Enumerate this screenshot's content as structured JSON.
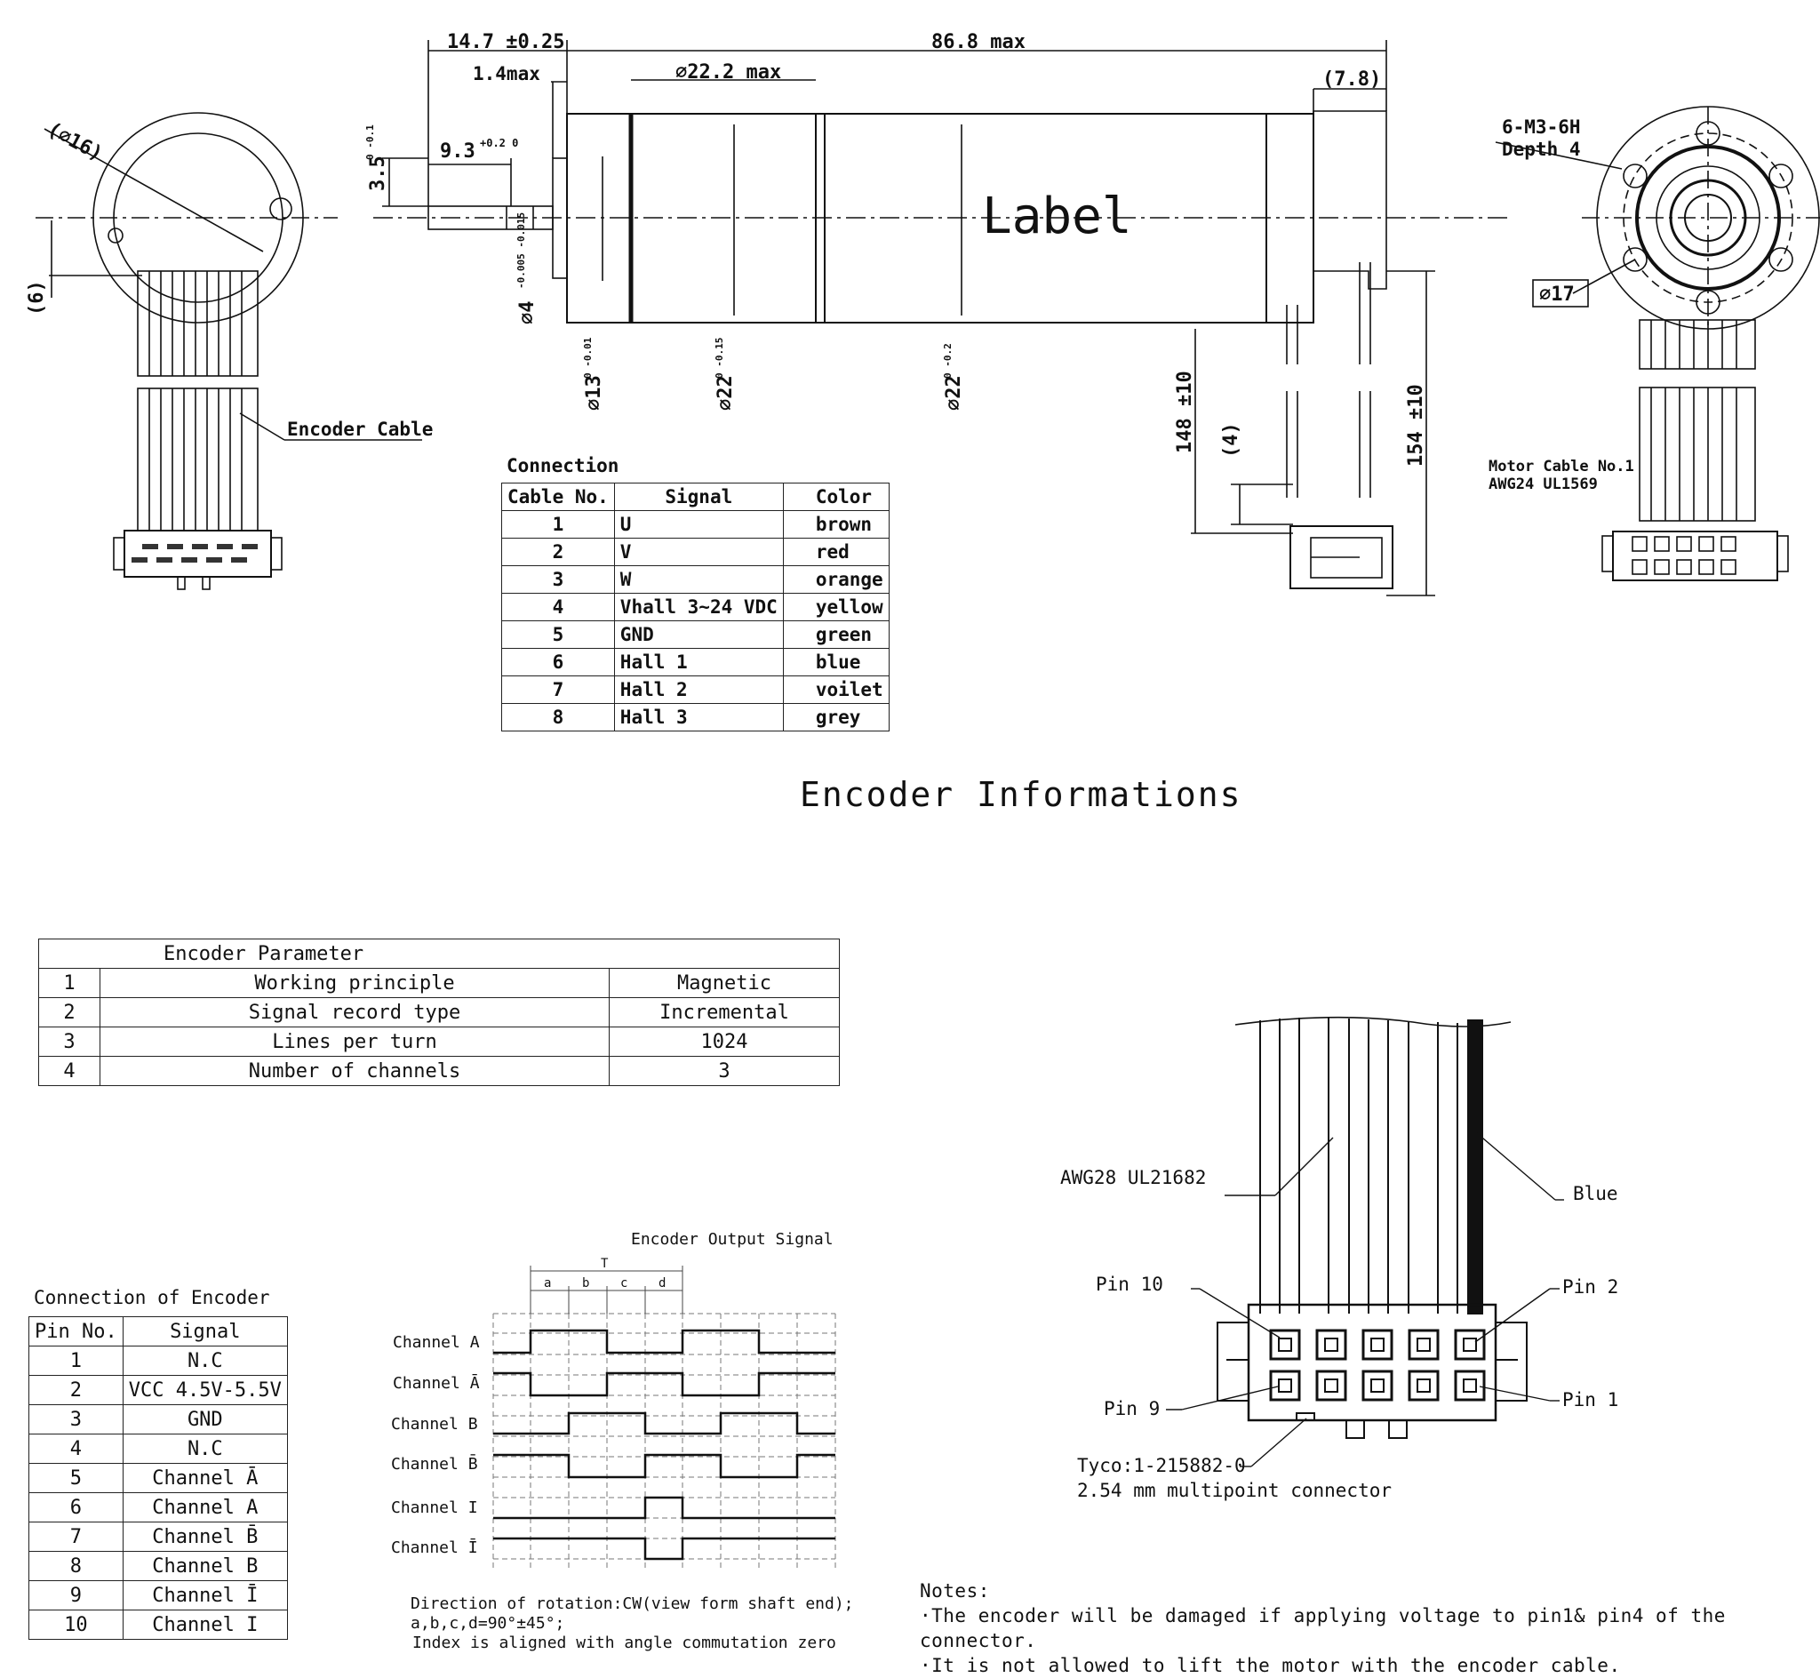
{
  "drawing": {
    "label_text": "Label",
    "dims": {
      "d14_7": "14.7 ±0.25",
      "d86_8": "86.8 max",
      "d1_4": "1.4max",
      "d22_2": "∅22.2 max",
      "d7_8": "(7.8)",
      "d9_3": "9.3",
      "d9_3_tol": "+0.2 0",
      "d3_5": "3.5",
      "d3_5_tol": "0 -0.1",
      "d4": "∅4",
      "d4_tol": "-0.005 -0.015",
      "d13": "∅13",
      "d13_tol": "0 -0.01",
      "d22a": "∅22",
      "d22a_tol": "0 -0.15",
      "d22b": "∅22",
      "d22b_tol": "0 -0.2",
      "d148": "148 ±10",
      "d4p": "(4)",
      "d154": "154 ±10",
      "d16": "(∅16)",
      "d6": "(6)",
      "m3": "6-M3-6H",
      "depth": "Depth 4",
      "d17": "∅17"
    },
    "encoder_cable_label": "Encoder Cable",
    "motor_cable_label_1": "Motor Cable No.1",
    "motor_cable_label_2": "AWG24 UL1569"
  },
  "connection": {
    "title": "Connection",
    "headers": [
      "Cable No.",
      "Signal",
      "Color"
    ],
    "rows": [
      [
        "1",
        "U",
        "brown"
      ],
      [
        "2",
        "V",
        "red"
      ],
      [
        "3",
        "W",
        "orange"
      ],
      [
        "4",
        "Vhall 3~24 VDC",
        "yellow"
      ],
      [
        "5",
        "GND",
        "green"
      ],
      [
        "6",
        "Hall 1",
        "blue"
      ],
      [
        "7",
        "Hall 2",
        "voilet"
      ],
      [
        "8",
        "Hall 3",
        "grey"
      ]
    ]
  },
  "section_title": "Encoder Informations",
  "encoder_parameter": {
    "title": "Encoder Parameter",
    "rows": [
      [
        "1",
        "Working principle",
        "Magnetic"
      ],
      [
        "2",
        "Signal record type",
        "Incremental"
      ],
      [
        "3",
        "Lines per turn",
        "1024"
      ],
      [
        "4",
        "Number of channels",
        "3"
      ]
    ]
  },
  "connection_of_encoder": {
    "title": "Connection of Encoder",
    "headers": [
      "Pin No.",
      "Signal"
    ],
    "rows": [
      [
        "1",
        "N.C"
      ],
      [
        "2",
        "VCC 4.5V-5.5V"
      ],
      [
        "3",
        "GND"
      ],
      [
        "4",
        "N.C"
      ],
      [
        "5",
        "Channel Ā"
      ],
      [
        "6",
        "Channel A"
      ],
      [
        "7",
        "Channel B̄"
      ],
      [
        "8",
        "Channel B"
      ],
      [
        "9",
        "Channel Ī"
      ],
      [
        "10",
        "Channel I"
      ]
    ]
  },
  "output_signal": {
    "title": "Encoder Output Signal",
    "period_label": "T",
    "segment_labels": [
      "a",
      "b",
      "c",
      "d"
    ],
    "channels": [
      "Channel A",
      "Channel Ā",
      "Channel B",
      "Channel B̄",
      "Channel I",
      "Channel Ī"
    ],
    "caption_1": "Direction of rotation:CW(view form shaft end);",
    "caption_2": "a,b,c,d=90°±45°;",
    "caption_3": "Index is aligned with angle commutation zero"
  },
  "connector": {
    "wire_label": "AWG28 UL21682",
    "blue_label": "Blue",
    "pin10": "Pin 10",
    "pin2": "Pin 2",
    "pin9": "Pin 9",
    "pin1": "Pin 1",
    "part_label": "Tyco:1-215882-0",
    "part_desc": "2.54 mm multipoint connector"
  },
  "notes": {
    "title": "Notes:",
    "items": [
      "·The encoder will be damaged if applying voltage to pin1& pin4 of the connector.",
      "·It is not allowed to lift the motor with the encoder cable."
    ]
  }
}
